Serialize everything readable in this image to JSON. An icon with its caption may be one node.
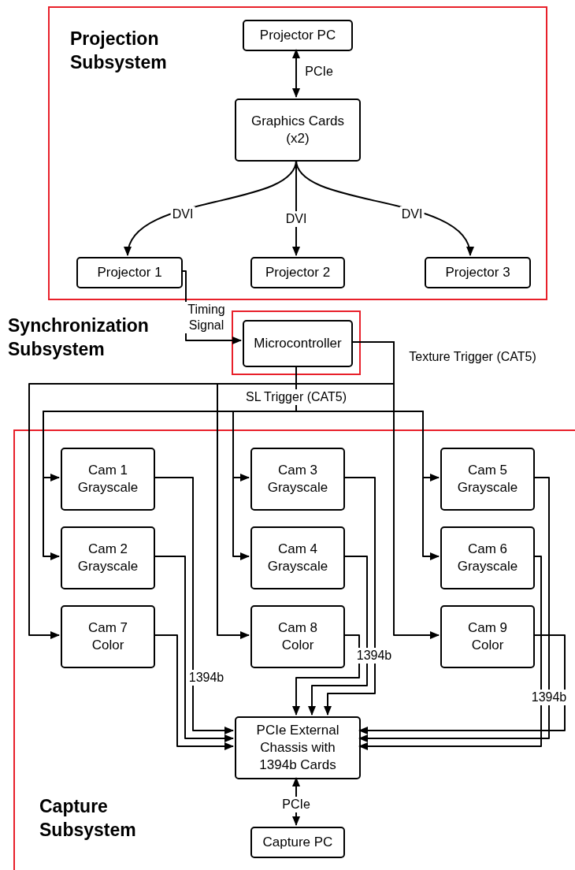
{
  "diagram": {
    "nodes": [
      {
        "text": [
          "Projection Subsystem"
        ]
      },
      {
        "text": [
          "Projector PC"
        ],
        "in": 0
      },
      {
        "text": [
          "Graphics Cards (x2)"
        ],
        "in": 0
      },
      {
        "text": [
          "Projector 1"
        ],
        "in": 0
      },
      {
        "text": [
          "Projector 2"
        ],
        "in": 0
      },
      {
        "text": [
          "Projector 3"
        ],
        "in": 0
      },
      {
        "text": [],
        "shape": "box"
      },
      {
        "text": [
          "Microcontroller"
        ],
        "in": 6
      },
      {
        "text": [
          "Capture Subsystem"
        ]
      },
      {
        "text": [
          "Cam 1 Grayscale"
        ],
        "in": 8
      },
      {
        "text": [
          "Cam 3 Grayscale"
        ],
        "in": 8
      },
      {
        "text": [
          "Cam 5 Grayscale"
        ],
        "in": 8
      },
      {
        "text": [
          "Cam 2 Grayscale"
        ],
        "in": 8
      },
      {
        "text": [
          "Cam 4 Grayscale"
        ],
        "in": 8
      },
      {
        "text": [
          "Cam 6 Grayscale"
        ],
        "in": 8
      },
      {
        "text": [
          "Cam 7 Color"
        ],
        "in": 8
      },
      {
        "text": [
          "Cam 8 Color"
        ],
        "in": 8
      },
      {
        "text": [
          "Cam 9 Color"
        ],
        "in": 8
      },
      {
        "text": [
          "PCIe External Chassis with 1394b Cards"
        ],
        "in": 8
      },
      {
        "text": [
          "Capture PC"
        ],
        "in": 8
      }
    ],
    "edges": [
      {
        "from": 1,
        "to": 2,
        "arrow": "both",
        "label": "PCIe"
      },
      {
        "from": 2,
        "to": 3,
        "arrow": "to",
        "label": "DVI"
      },
      {
        "from": 2,
        "to": 4,
        "arrow": "to",
        "label": "DVI"
      },
      {
        "from": 2,
        "to": 5,
        "arrow": "to",
        "label": "DVI"
      },
      {
        "from": 3,
        "to": 7,
        "arrow": "to",
        "label": "Timing Signal"
      },
      {
        "from": 7,
        "to": 15,
        "arrow": "to",
        "label": "Texture Trigger (CAT5)"
      },
      {
        "from": 7,
        "to": 16,
        "arrow": "to"
      },
      {
        "from": 7,
        "to": 17,
        "arrow": "to"
      },
      {
        "from": 7,
        "to": 9,
        "arrow": "to",
        "label": "SL Trigger (CAT5)"
      },
      {
        "from": 7,
        "to": 12,
        "arrow": "to"
      },
      {
        "from": 7,
        "to": 10,
        "arrow": "to"
      },
      {
        "from": 7,
        "to": 13,
        "arrow": "to"
      },
      {
        "from": 7,
        "to": 11,
        "arrow": "to"
      },
      {
        "from": 7,
        "to": 14,
        "arrow": "to"
      },
      {
        "from": 9,
        "to": 18,
        "arrow": "to"
      },
      {
        "from": 12,
        "to": 18,
        "arrow": "to",
        "label": "1394b"
      },
      {
        "from": 15,
        "to": 18,
        "arrow": "to"
      },
      {
        "from": 10,
        "to": 18,
        "arrow": "to"
      },
      {
        "from": 13,
        "to": 18,
        "arrow": "to"
      },
      {
        "from": 16,
        "to": 18,
        "arrow": "to",
        "label": "1394b"
      },
      {
        "from": 11,
        "to": 18,
        "arrow": "to"
      },
      {
        "from": 14,
        "to": 18,
        "arrow": "to"
      },
      {
        "from": 17,
        "to": 18,
        "arrow": "to",
        "label": "1394b"
      },
      {
        "from": 18,
        "to": 19,
        "arrow": "both",
        "label": "PCIe"
      }
    ],
    "labels": [
      "Synchronization Subsystem"
    ]
  }
}
